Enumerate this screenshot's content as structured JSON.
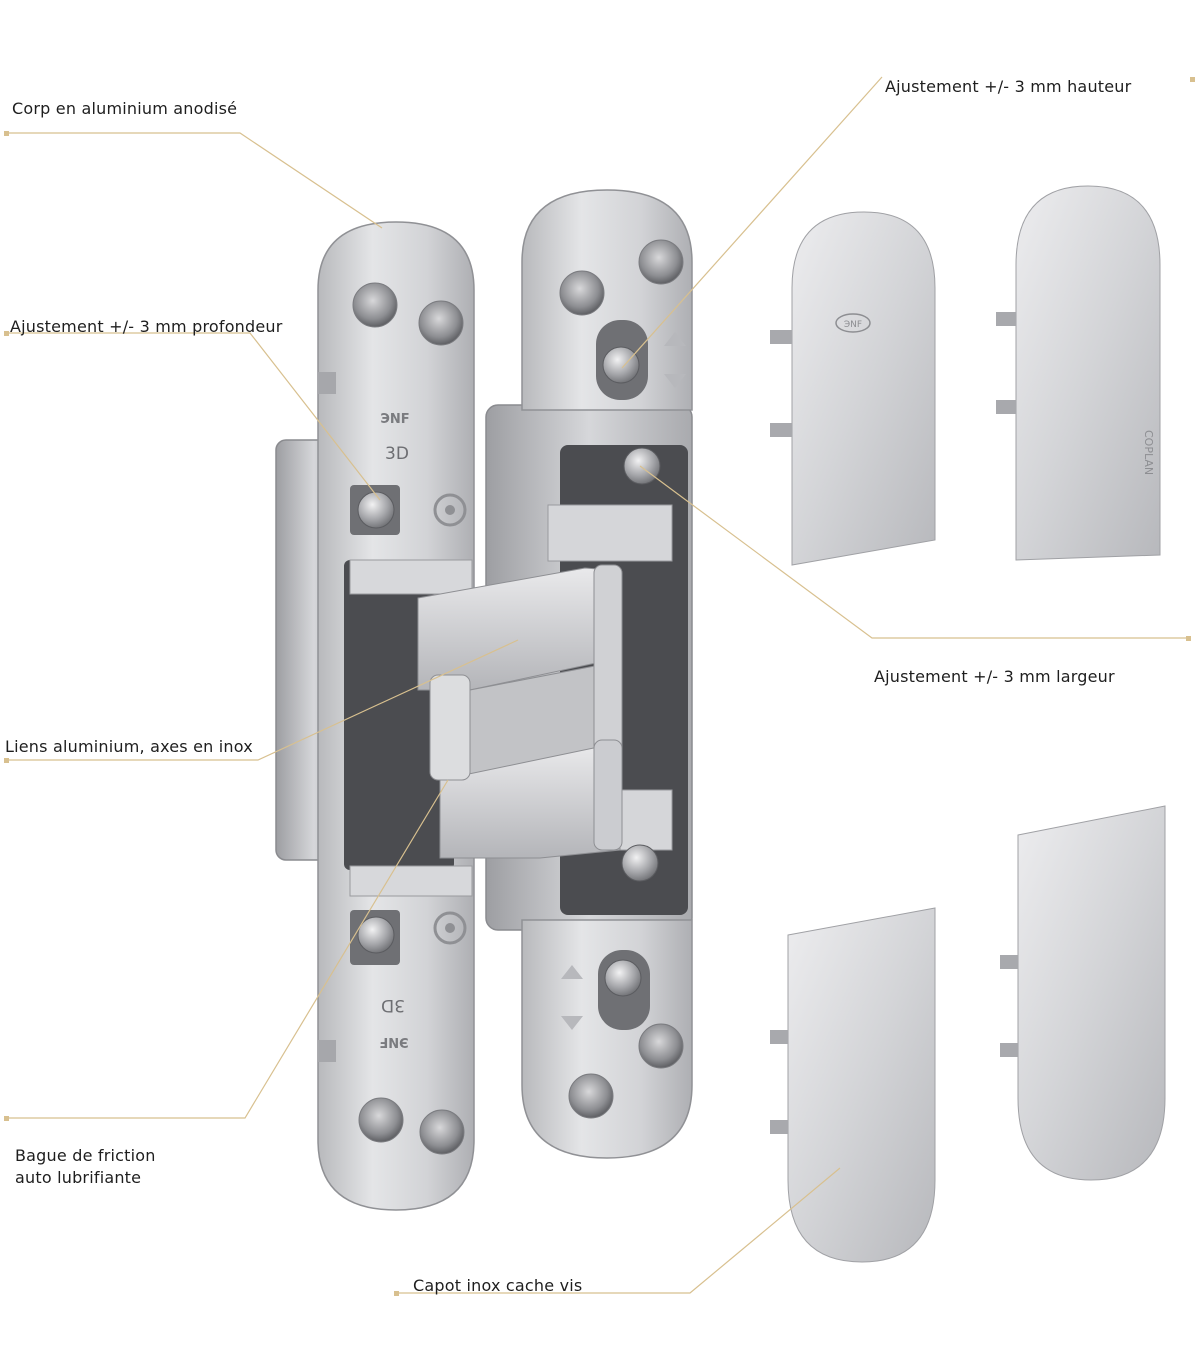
{
  "callouts": {
    "body": "Corp en aluminium anodisé",
    "depth": "Ajustement +/- 3 mm profondeur",
    "height": "Ajustement +/- 3 mm hauteur",
    "width": "Ajustement +/- 3 mm largeur",
    "links": "Liens aluminium, axes en inox",
    "bushing_line1": "Bague de friction",
    "bushing_line2": "auto lubrifiante",
    "cover": "Capot inox cache vis"
  },
  "engravings": {
    "brand": "ЭNF",
    "model": "3D",
    "cover_brand": "COPLAN"
  },
  "colors": {
    "leader_line": "#d8c08f",
    "metal_light": "#e6e6e8",
    "metal_mid": "#c4c5c8",
    "metal_dark": "#8c8d91",
    "recess": "#4b4c50",
    "text": "#1e1e1e"
  }
}
